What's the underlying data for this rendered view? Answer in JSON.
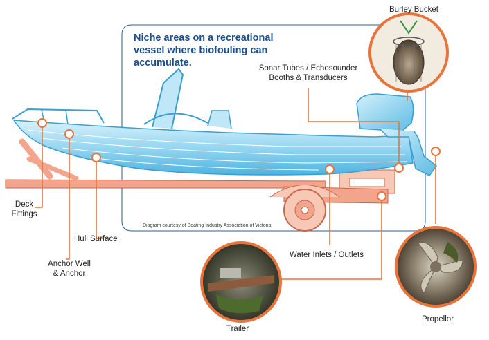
{
  "title": {
    "line1": "Niche areas on a recreational",
    "line2": "vessel where biofouling can",
    "line3": "accumulate."
  },
  "credit": "Diagram courtesy of Boating Industry Association of Victoria",
  "labels": {
    "burley_bucket": "Burley Bucket",
    "sonar_line1": "Sonar Tubes / Echosounder",
    "sonar_line2": "Booths & Transducers",
    "deck_line1": "Deck",
    "deck_line2": "Fittings",
    "hull_surface": "Hull Surface",
    "anchor_line1": "Anchor Well",
    "anchor_line2": "& Anchor",
    "water_inlets": "Water Inlets / Outlets",
    "trailer": "Trailer",
    "propellor": "Propellor"
  },
  "colors": {
    "accent_orange": "#e8743b",
    "hull_blue": "#8fd3f0",
    "trailer_salmon": "#f2a58c",
    "title_blue": "#1a4f8f",
    "frame_blue": "#2c5d8f"
  }
}
